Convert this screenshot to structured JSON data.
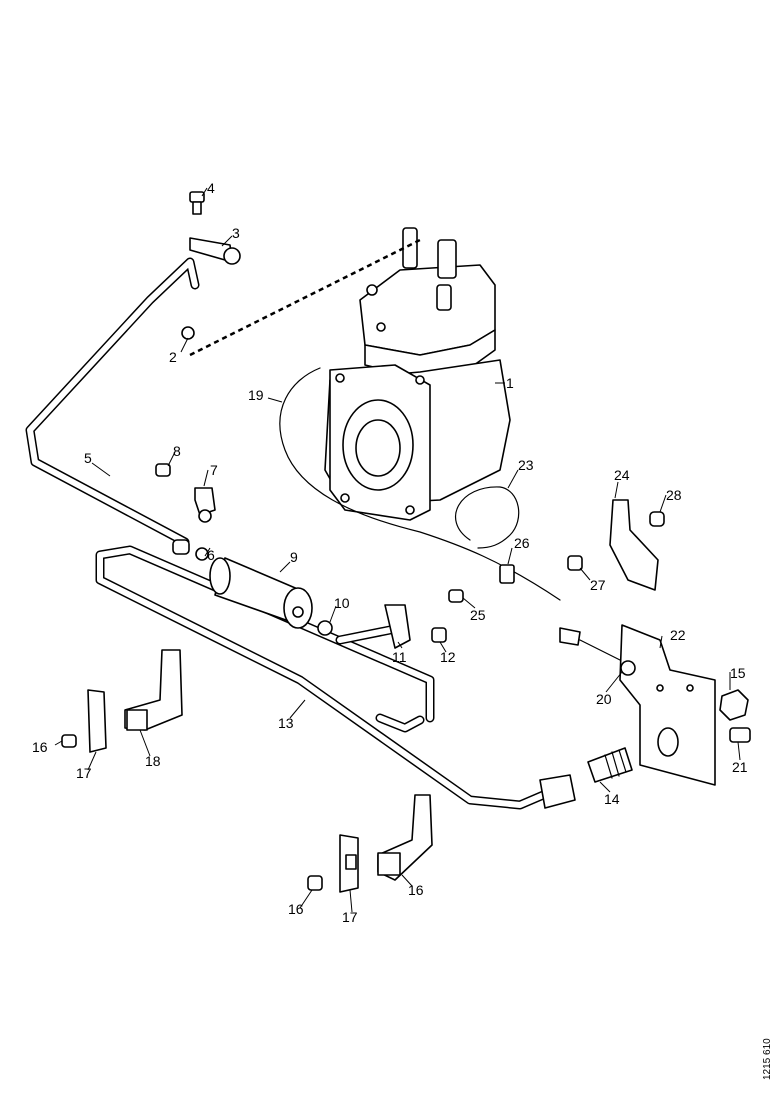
{
  "diagram": {
    "reference_code": "1215 610",
    "callouts": {
      "c1": "1",
      "c2": "2",
      "c3": "3",
      "c4": "4",
      "c5": "5",
      "c6": "6",
      "c7": "7",
      "c8": "8",
      "c9": "9",
      "c10": "10",
      "c11": "11",
      "c12": "12",
      "c13": "13",
      "c14": "14",
      "c15": "15",
      "c16a": "16",
      "c16b": "16",
      "c17a": "17",
      "c17b": "17",
      "c18": "18",
      "c19": "19",
      "c20": "20",
      "c21": "21",
      "c22": "22",
      "c23": "23",
      "c24": "24",
      "c25": "25",
      "c26": "26",
      "c27": "27",
      "c28": "28"
    }
  }
}
